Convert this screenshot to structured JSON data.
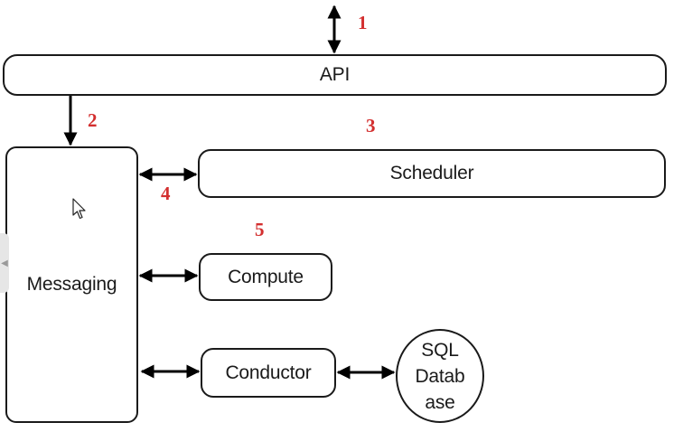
{
  "diagram": {
    "nodes": {
      "api": "API",
      "messaging": "Messaging",
      "scheduler": "Scheduler",
      "compute": "Compute",
      "conductor": "Conductor",
      "sql_database": [
        "SQL",
        "Datab",
        "ase"
      ]
    },
    "step_labels": [
      "1",
      "2",
      "3",
      "4",
      "5"
    ],
    "colors": {
      "box_border": "#1a1a1a",
      "arrow": "#000000",
      "step_label": "#d32f2f",
      "background": "#ffffff"
    },
    "icons": {
      "cursor": "mouse-pointer-icon",
      "side_tab": "collapse-arrow-icon"
    }
  }
}
